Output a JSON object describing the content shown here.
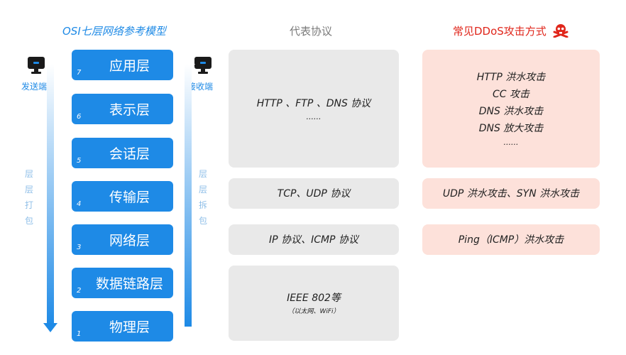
{
  "titles": {
    "osi": "OSI七层网络参考模型",
    "protocols": "代表协议",
    "ddos": "常见DDoS攻击方式"
  },
  "layers": [
    {
      "num": "7",
      "name": "应用层"
    },
    {
      "num": "6",
      "name": "表示层"
    },
    {
      "num": "5",
      "name": "会话层"
    },
    {
      "num": "4",
      "name": "传输层"
    },
    {
      "num": "3",
      "name": "网络层"
    },
    {
      "num": "2",
      "name": "数据链路层"
    },
    {
      "num": "1",
      "name": "物理层"
    }
  ],
  "sender": {
    "label": "发送端",
    "process": [
      "层",
      "层",
      "打",
      "包"
    ],
    "icon": "monitor-icon"
  },
  "receiver": {
    "label": "接收端",
    "process": [
      "层",
      "层",
      "拆",
      "包"
    ],
    "icon": "monitor-icon"
  },
  "protocols": {
    "upper": {
      "line1": "HTTP 、FTP 、DNS 协议",
      "line2": "......"
    },
    "transport": "TCP、UDP 协议",
    "network": "IP 协议、ICMP 协议",
    "lower": {
      "line1": "IEEE 802等",
      "line2": "（以太网、WiFi）"
    }
  },
  "attacks": {
    "upper": [
      "HTTP 洪水攻击",
      "CC 攻击",
      "DNS 洪水攻击",
      "DNS 放大攻击",
      "......"
    ],
    "transport": "UDP 洪水攻击、SYN 洪水攻击",
    "network": "Ping（ICMP）洪水攻击"
  },
  "colors": {
    "accent": "#1E8AE6",
    "danger": "#E0261B",
    "protocol_bg": "#E9E9E9",
    "attack_bg": "#FDE1DA"
  },
  "icons": {
    "ddos_title_icon": "skull-crossbones-icon"
  }
}
